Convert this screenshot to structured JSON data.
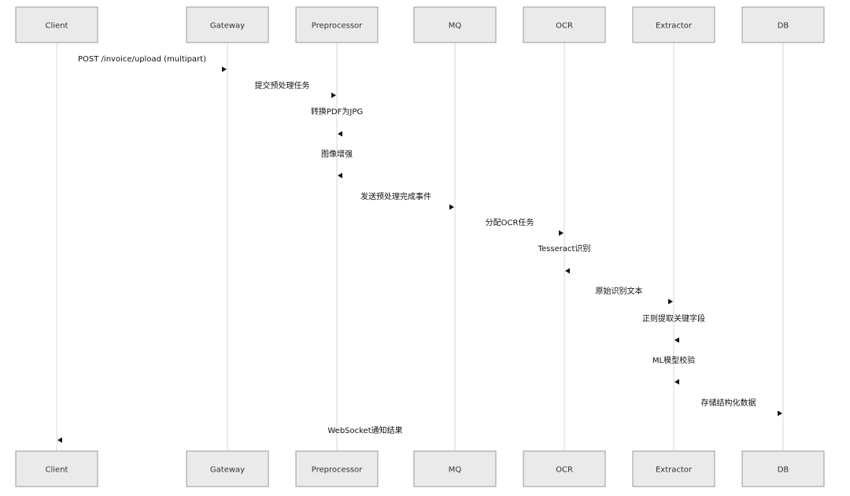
{
  "diagram": {
    "type": "sequence",
    "participants": [
      {
        "id": "client",
        "name": "Client"
      },
      {
        "id": "gateway",
        "name": "Gateway"
      },
      {
        "id": "preprocessor",
        "name": "Preprocessor"
      },
      {
        "id": "mq",
        "name": "MQ"
      },
      {
        "id": "ocr",
        "name": "OCR"
      },
      {
        "id": "extractor",
        "name": "Extractor"
      },
      {
        "id": "db",
        "name": "DB"
      }
    ],
    "messages": [
      {
        "from": "client",
        "to": "gateway",
        "label": "POST /invoice/upload (multipart)"
      },
      {
        "from": "gateway",
        "to": "preprocessor",
        "label": "提交预处理任务"
      },
      {
        "from": "preprocessor",
        "to": "preprocessor",
        "label": "转换PDF为JPG"
      },
      {
        "from": "preprocessor",
        "to": "preprocessor",
        "label": "图像增强"
      },
      {
        "from": "preprocessor",
        "to": "mq",
        "label": "发送预处理完成事件"
      },
      {
        "from": "mq",
        "to": "ocr",
        "label": "分配OCR任务"
      },
      {
        "from": "ocr",
        "to": "ocr",
        "label": "Tesseract识别"
      },
      {
        "from": "ocr",
        "to": "extractor",
        "label": "原始识别文本"
      },
      {
        "from": "extractor",
        "to": "extractor",
        "label": "正则提取关键字段"
      },
      {
        "from": "extractor",
        "to": "extractor",
        "label": "ML模型校验"
      },
      {
        "from": "extractor",
        "to": "db",
        "label": "存储结构化数据"
      },
      {
        "from": "extractor",
        "to": "client",
        "label": "WebSocket通知结果"
      }
    ]
  }
}
